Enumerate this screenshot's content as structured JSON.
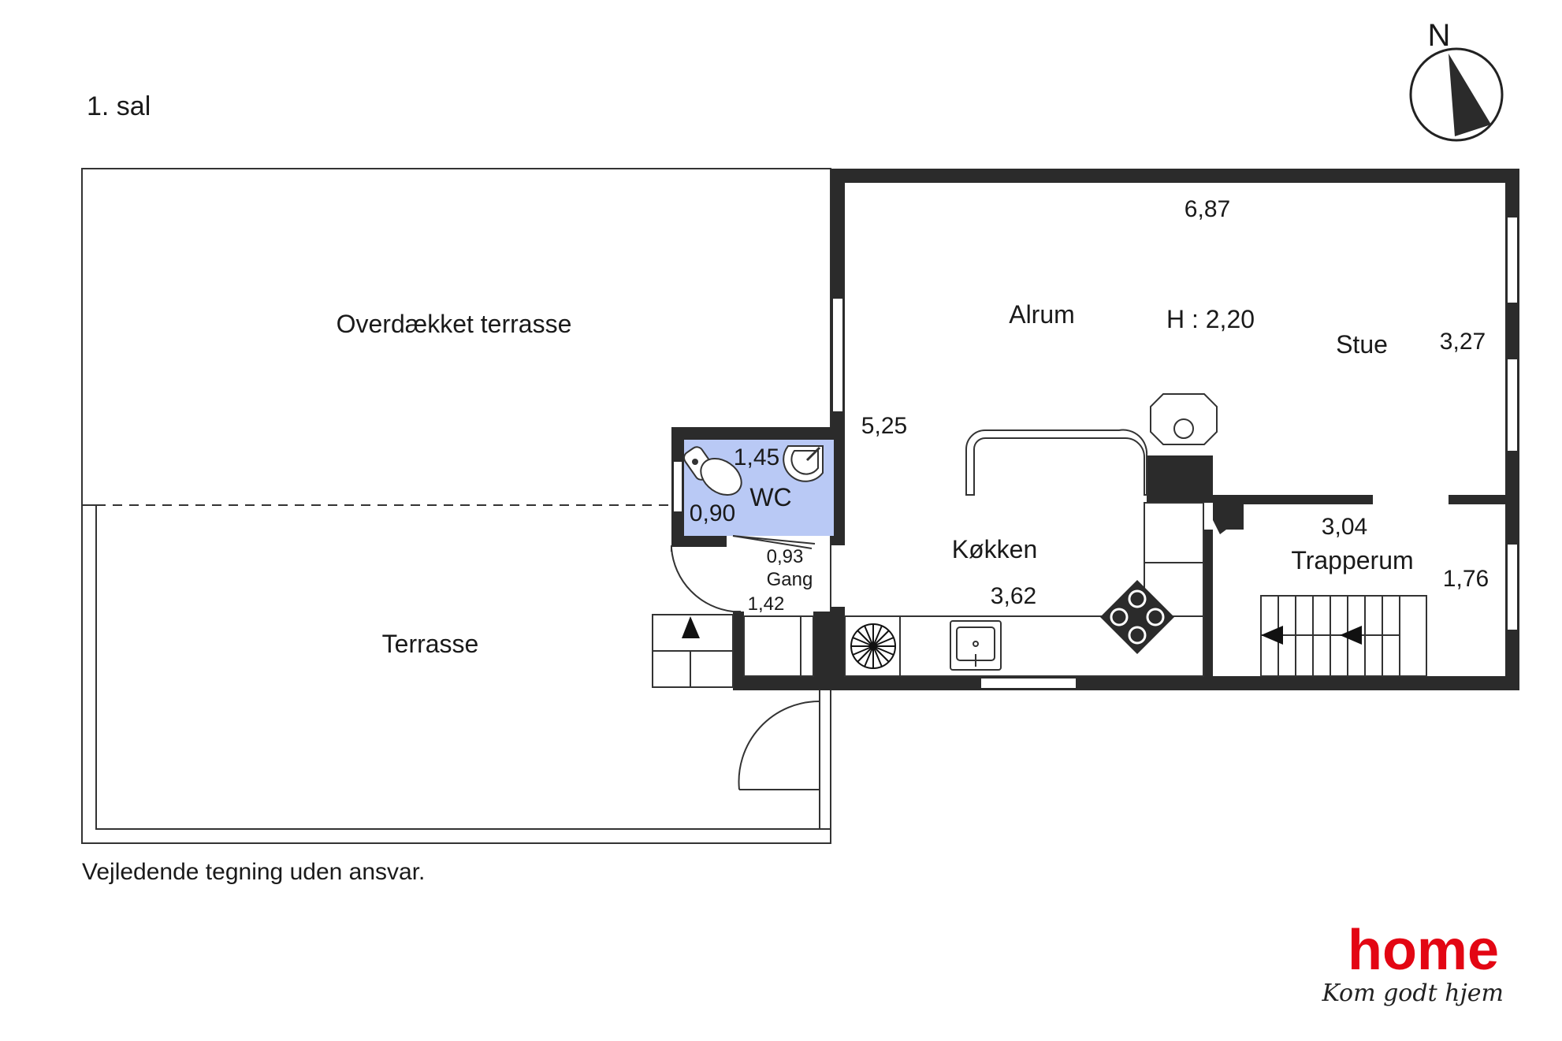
{
  "floor_title": "1. sal",
  "disclaimer": "Vejledende tegning uden ansvar.",
  "compass": {
    "label": "N"
  },
  "rooms": {
    "overdaekket_terrasse": "Overdækket terrasse",
    "terrasse": "Terrasse",
    "wc": "WC",
    "gang": "Gang",
    "alrum": "Alrum",
    "stue": "Stue",
    "koekken": "Køkken",
    "trapperum": "Trapperum"
  },
  "ceiling_height": "H : 2,20",
  "dimensions": {
    "alrum_width": "6,87",
    "alrum_depth": "5,25",
    "stue_depth": "3,27",
    "wc_width": "1,45",
    "wc_depth": "0,90",
    "gang_width": "0,93",
    "gang_depth": "1,42",
    "koekken_width": "3,62",
    "trapperum_width": "3,04",
    "trapperum_depth": "1,76"
  },
  "brand": {
    "name": "home",
    "tagline": "Kom godt hjem",
    "color": "#e30613"
  },
  "colors": {
    "wall": "#2b2b2b",
    "wc_fill": "#b9c9f5"
  }
}
